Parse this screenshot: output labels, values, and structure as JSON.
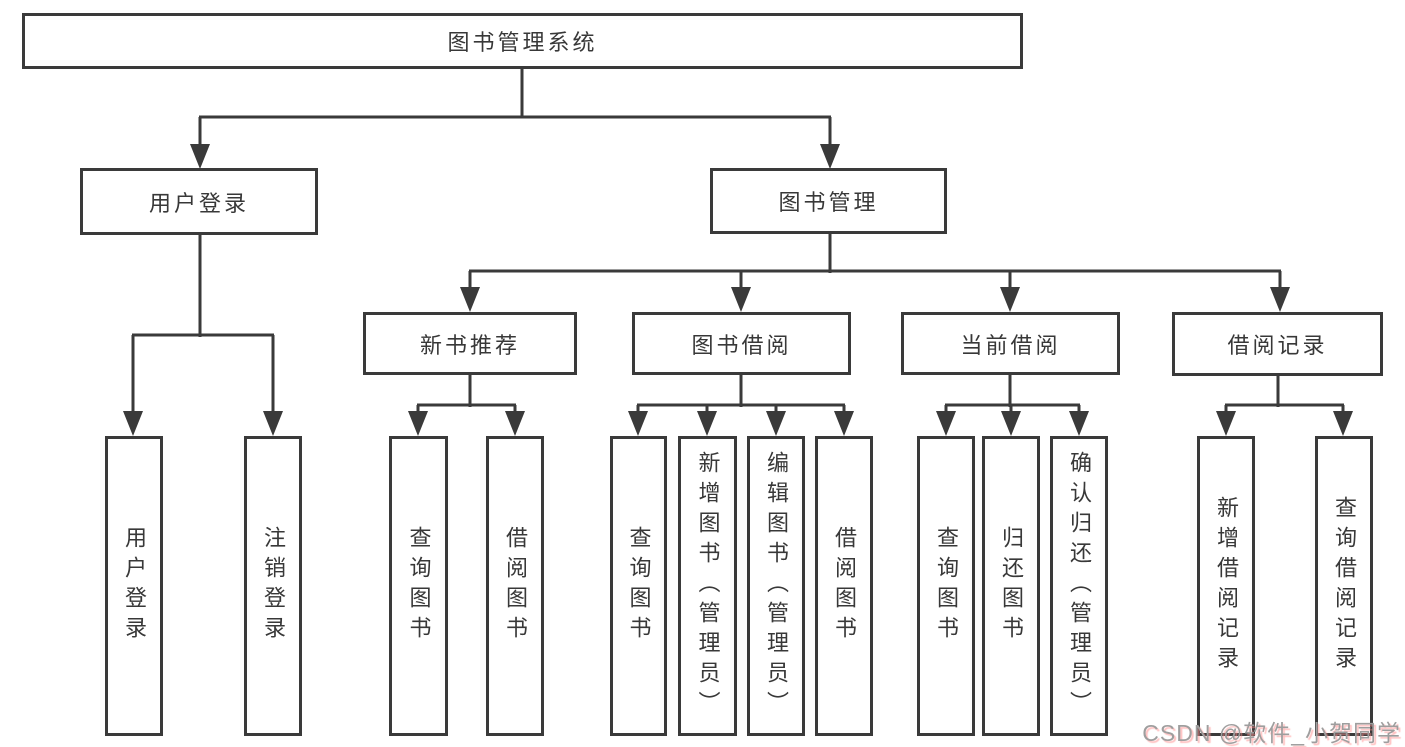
{
  "diagram": {
    "type": "hierarchy-tree",
    "colors": {
      "line": "#3a3a3a",
      "box_border": "#3a3a3a",
      "text": "#383838",
      "background": "#ffffff",
      "watermark_text": "#9e9e9e",
      "watermark_shadow": "#ff8c8c"
    },
    "tree": {
      "root": {
        "label": "图书管理系统"
      },
      "children": [
        {
          "label": "用户登录",
          "children": [
            {
              "label": "用户登录"
            },
            {
              "label": "注销登录"
            }
          ]
        },
        {
          "label": "图书管理",
          "children": [
            {
              "label": "新书推荐",
              "children": [
                {
                  "label": "查询图书"
                },
                {
                  "label": "借阅图书"
                }
              ]
            },
            {
              "label": "图书借阅",
              "children": [
                {
                  "label": "查询图书"
                },
                {
                  "label": "新增图书（管理员）"
                },
                {
                  "label": "编辑图书（管理员）"
                },
                {
                  "label": "借阅图书"
                }
              ]
            },
            {
              "label": "当前借阅",
              "children": [
                {
                  "label": "查询图书"
                },
                {
                  "label": "归还图书"
                },
                {
                  "label": "确认归还（管理员）"
                }
              ]
            },
            {
              "label": "借阅记录",
              "children": [
                {
                  "label": "新增借阅记录"
                },
                {
                  "label": "查询借阅记录"
                }
              ]
            }
          ]
        }
      ]
    }
  },
  "watermark": {
    "text": "CSDN @软件_小贺同学"
  }
}
